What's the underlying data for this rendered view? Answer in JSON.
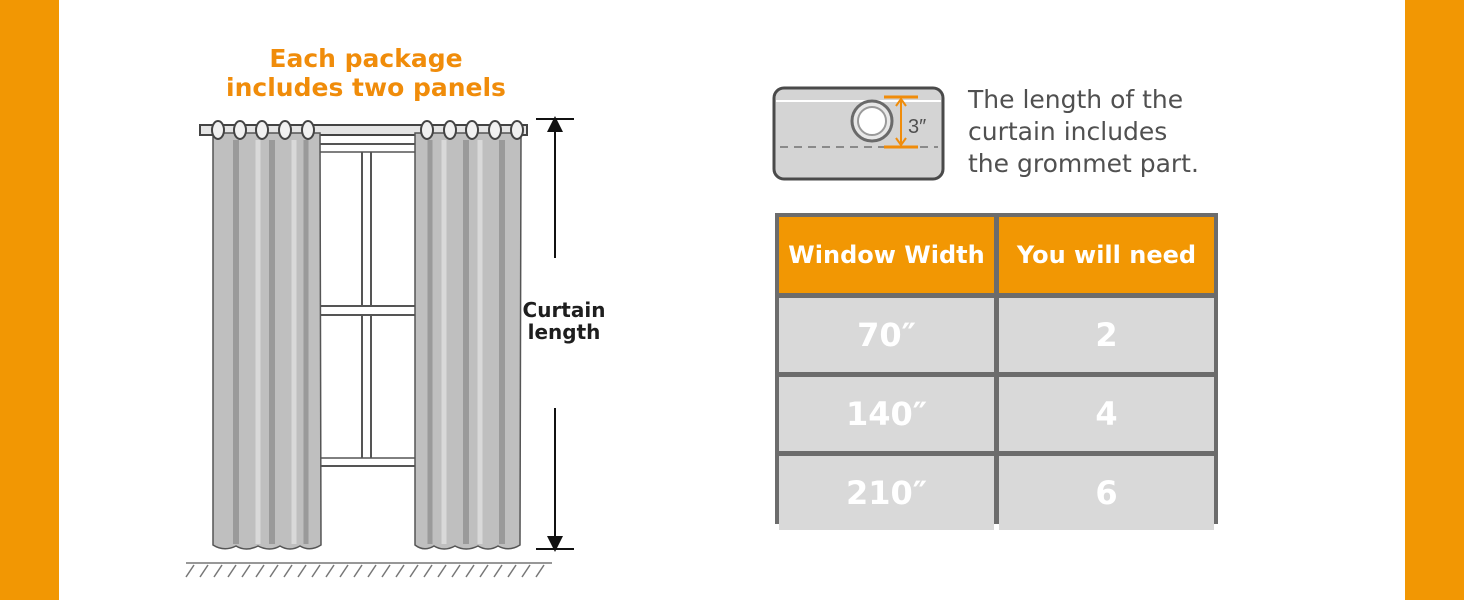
{
  "package_note": {
    "line1": "Each package",
    "line2": "includes two panels"
  },
  "length_label": {
    "line1": "Curtain",
    "line2": "length"
  },
  "grommet": {
    "measure": "3″",
    "note_line1": "The length of the",
    "note_line2": "curtain includes",
    "note_line3": "the grommet part."
  },
  "size_table": {
    "headers": [
      "Window Width",
      "You will need"
    ],
    "rows": [
      [
        "70″",
        "2"
      ],
      [
        "140″",
        "4"
      ],
      [
        "210″",
        "6"
      ]
    ]
  },
  "colors": {
    "accent_orange": "#f29703",
    "curtain_gray": "#bfbfbf",
    "table_header": "#f29703",
    "table_cell": "#d9d9d9",
    "table_border": "#6c6c6c"
  }
}
